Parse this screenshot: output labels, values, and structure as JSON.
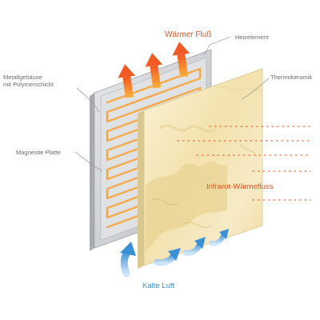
{
  "labels": {
    "warm_flow": "Wärmer Fluß",
    "heating_element": "Heizelement",
    "metal_housing_line1": "Metallgehäuse",
    "metal_housing_line2": "mit Polymerschicht",
    "thermoceramic": "Thermokeramik",
    "magnesite_plate": "Magnesite Platte",
    "infrared_flow": "Infrarot-Wärmefluss",
    "cold_air": "Kalte Luft"
  },
  "colors": {
    "hot_arrow": "#f15a24",
    "heating_wire": "#f7941d",
    "cold_arrow": "#3a8fd6",
    "ceramic": "#f1e3b6",
    "metal": "#c9ccd0",
    "leader_line": "#8a8a8a"
  }
}
